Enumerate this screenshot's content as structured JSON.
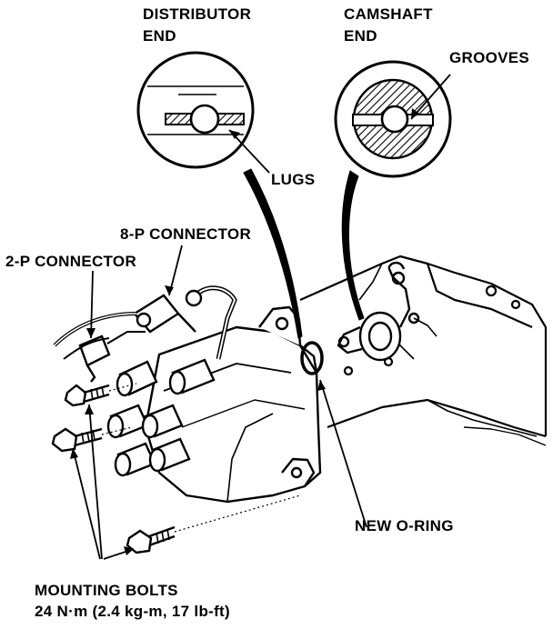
{
  "labels": {
    "distributor_end_line1": "DISTRIBUTOR",
    "distributor_end_line2": "END",
    "camshaft_end_line1": "CAMSHAFT",
    "camshaft_end_line2": "END",
    "grooves": "GROOVES",
    "lugs": "LUGS",
    "connector_8p": "8-P CONNECTOR",
    "connector_2p": "2-P CONNECTOR",
    "new_o_ring": "NEW O-RING",
    "mounting_bolts": "MOUNTING BOLTS",
    "torque_spec": "24 N·m (2.4 kg-m, 17 lb-ft)"
  },
  "colors": {
    "ink": "#000000",
    "paper": "#ffffff"
  }
}
